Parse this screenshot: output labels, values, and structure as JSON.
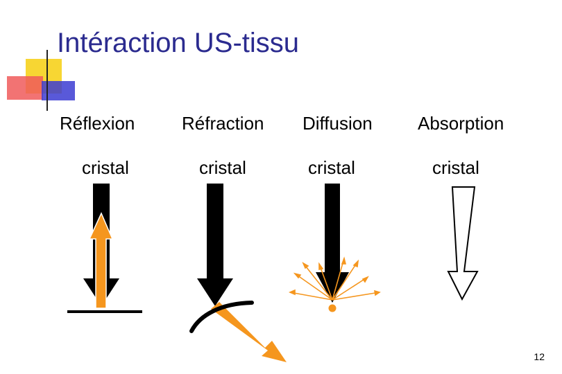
{
  "slide": {
    "title": "Intéraction US-tissu",
    "columns": [
      {
        "label": "Réflexion",
        "sublabel": "cristal"
      },
      {
        "label": "Réfraction",
        "sublabel": "cristal"
      },
      {
        "label": "Diffusion",
        "sublabel": "cristal"
      },
      {
        "label": "Absorption",
        "sublabel": "cristal"
      }
    ],
    "page_number": "12"
  },
  "colors": {
    "title": "#2b2b8f",
    "arrow": "#000000",
    "reflected": "#f5961e",
    "deco_yellow": "#f7d633",
    "deco_red": "#f05a5a",
    "deco_blue": "#3c3cd2"
  }
}
